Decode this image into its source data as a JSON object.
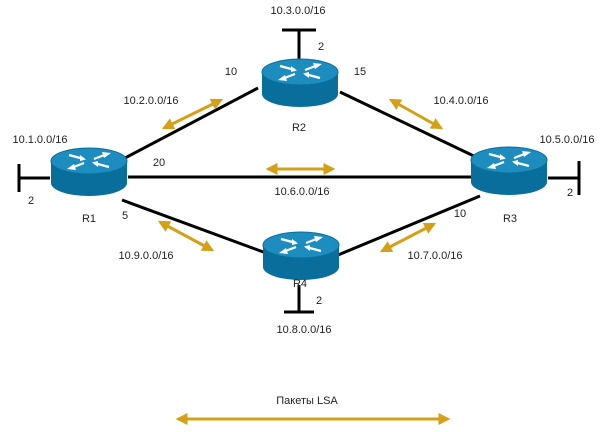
{
  "colors": {
    "link": "#000000",
    "lsa_arrow": "#d4a017",
    "router_body": "#0a6e9c",
    "router_top": "#1c8dbe",
    "router_mark": "#ffffff"
  },
  "routers": {
    "r1": {
      "label": "R1"
    },
    "r2": {
      "label": "R2"
    },
    "r3": {
      "label": "R3"
    },
    "r4": {
      "label": "R4"
    }
  },
  "networks": {
    "n1": "10.1.0.0/16",
    "n2": "10.2.0.0/16",
    "n3": "10.3.0.0/16",
    "n4": "10.4.0.0/16",
    "n5": "10.5.0.0/16",
    "n6": "10.6.0.0/16",
    "n7": "10.7.0.0/16",
    "n8": "10.8.0.0/16",
    "n9": "10.9.0.0/16"
  },
  "costs": {
    "r1_stub": "2",
    "r1_r2_side_r2": "10",
    "r2_stub": "2",
    "r2_r3_side_r2": "15",
    "r1_r3": "20",
    "r1_r4_side_r1": "5",
    "r3_r4_side_r3": "10",
    "r3_stub": "2",
    "r4_stub": "2"
  },
  "legend": {
    "label": "Пакеты LSA",
    "icon": "double-headed-arrow"
  }
}
